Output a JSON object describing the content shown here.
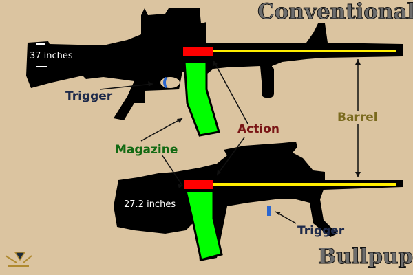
{
  "titles": {
    "conventional": "Conventional",
    "bullpup": "Bullpup"
  },
  "labels": {
    "conventional_length": "37 inches",
    "bullpup_length": "27.2 inches",
    "trigger_top": "Trigger",
    "trigger_bottom": "Trigger",
    "magazine": "Magazine",
    "action": "Action",
    "barrel": "Barrel"
  },
  "colors": {
    "background": "#dbc4a0",
    "silhouette": "#000000",
    "action": "#ff0000",
    "magazine": "#00ff00",
    "barrel": "#ffee00",
    "trigger": "#2a66d0",
    "trigger_label": "#1e2a4a",
    "magazine_label": "#136a13",
    "action_label": "#7a1616",
    "barrel_label": "#7a6a1e"
  }
}
